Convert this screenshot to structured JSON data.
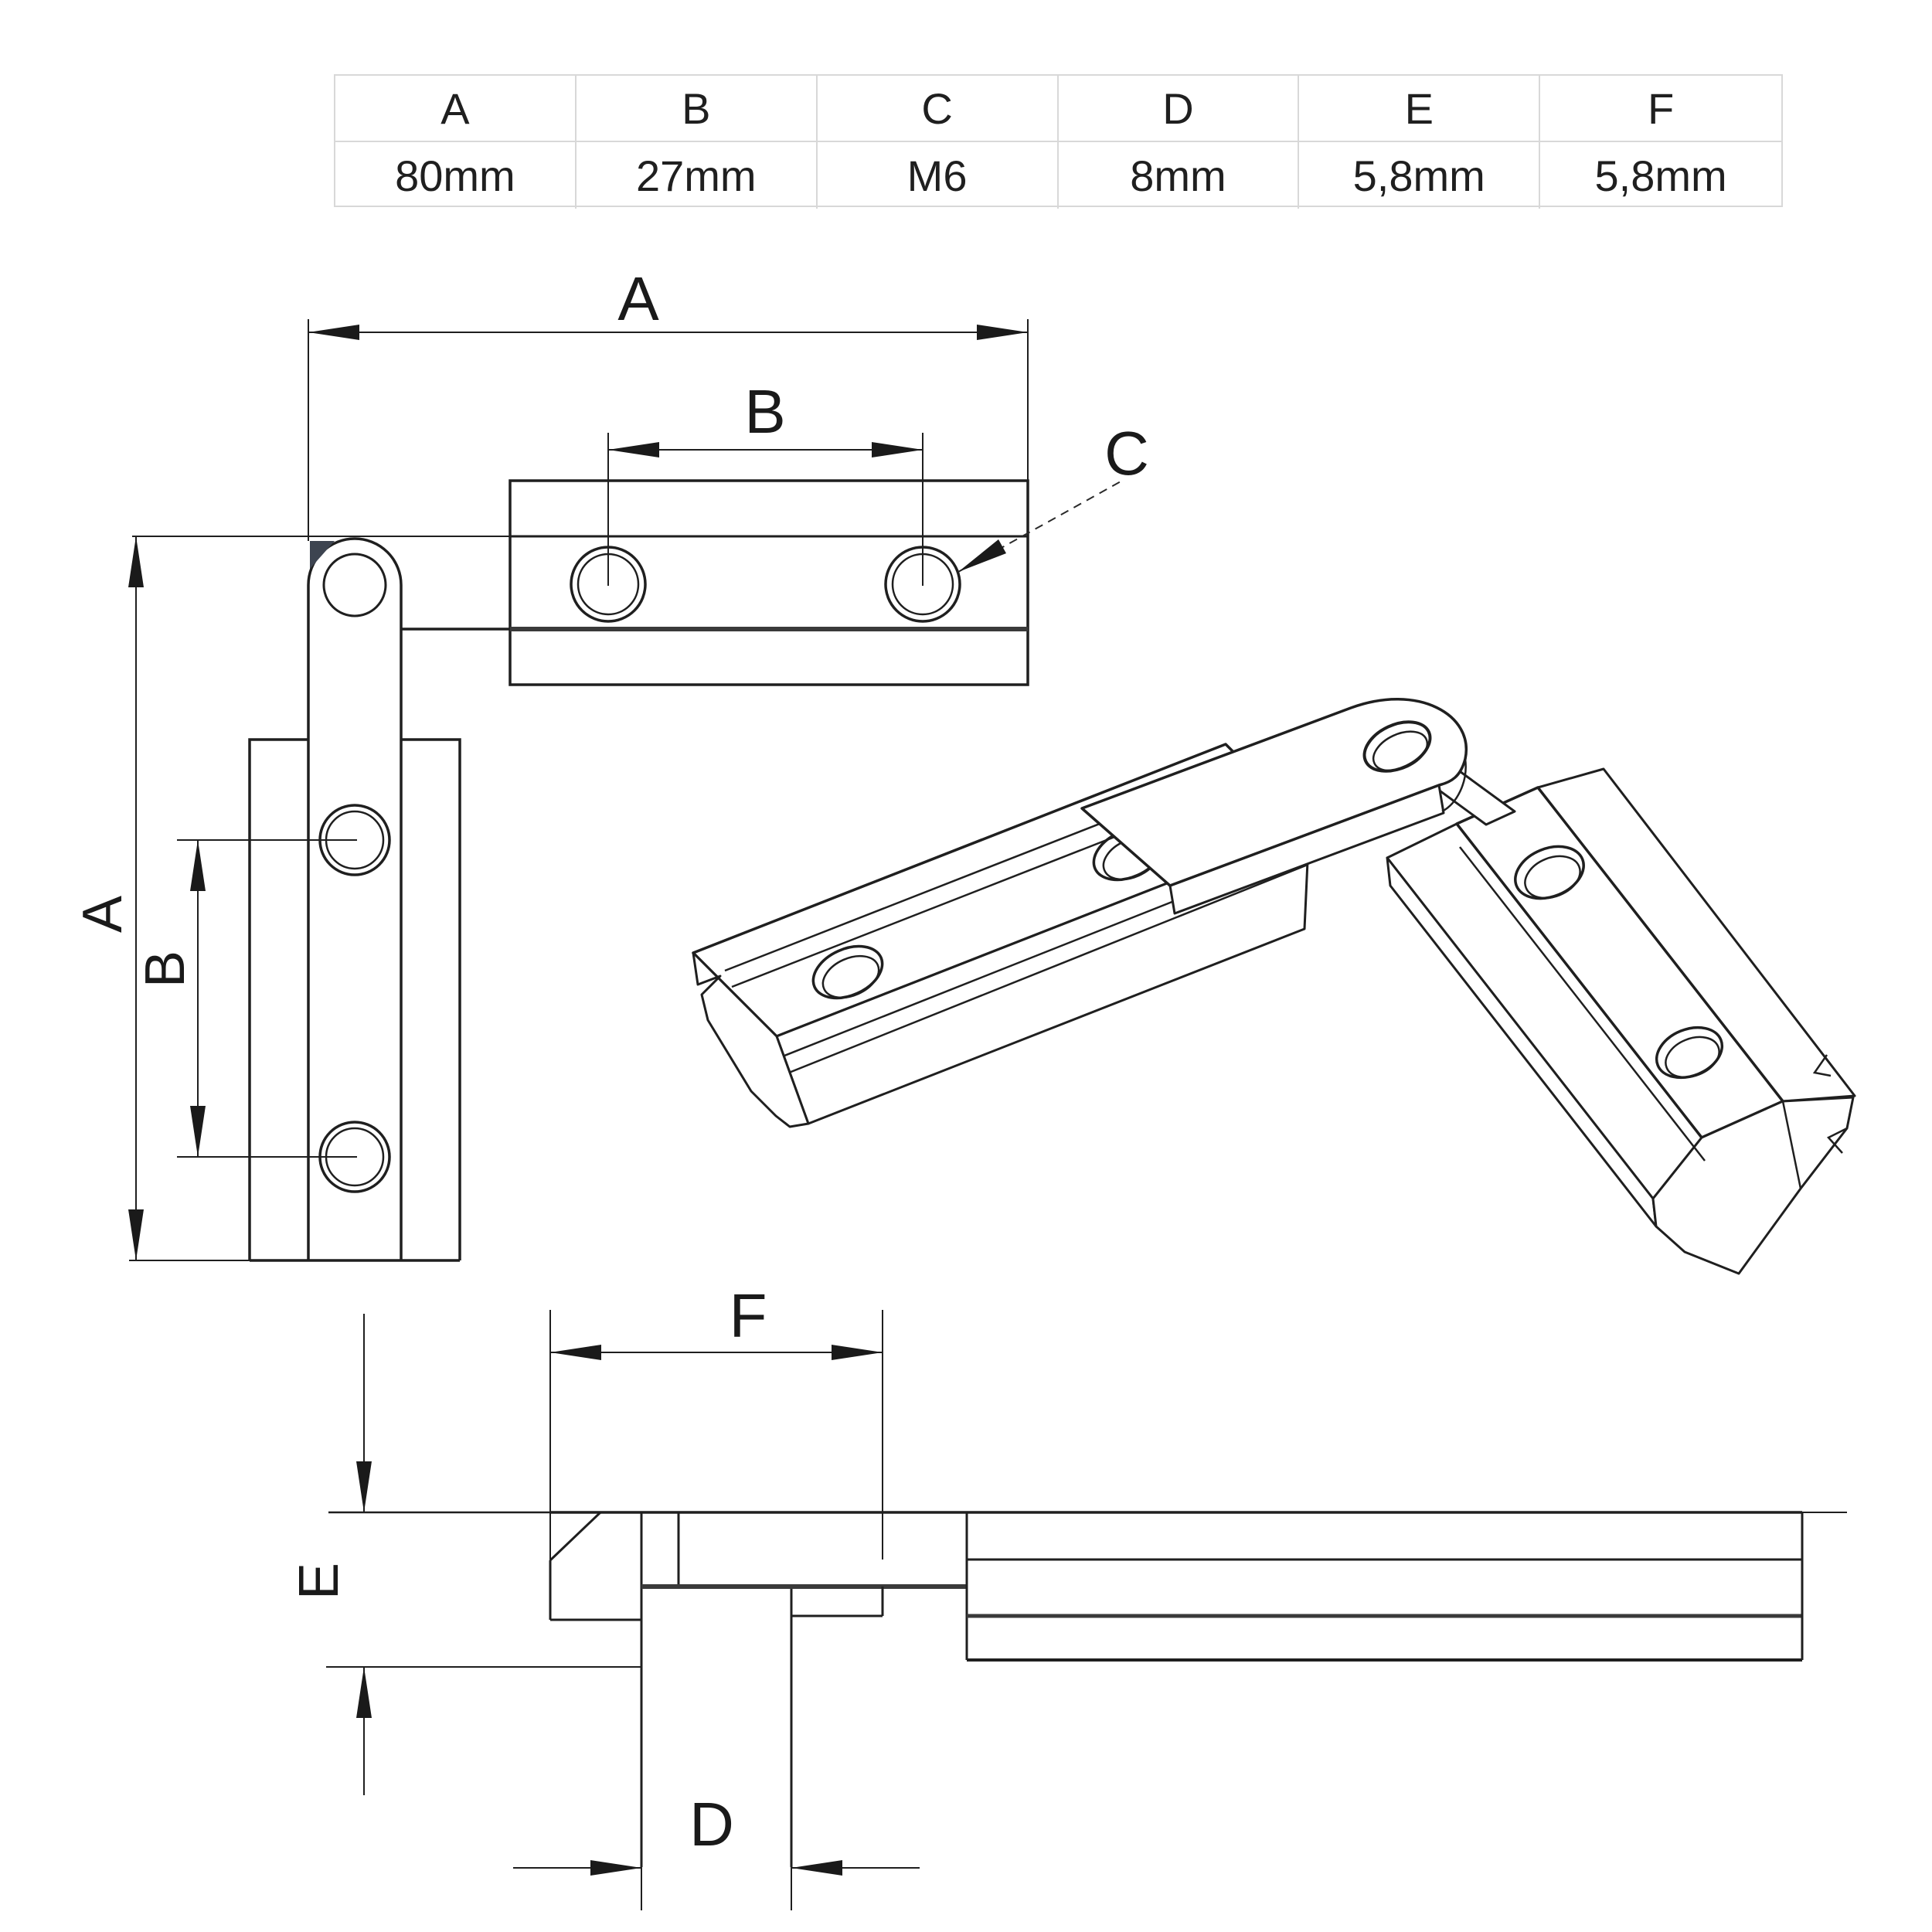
{
  "table": {
    "headers": [
      "A",
      "B",
      "C",
      "D",
      "E",
      "F"
    ],
    "values": [
      "80mm",
      "27mm",
      "M6",
      "8mm",
      "5,8mm",
      "5,8mm"
    ]
  },
  "labels": {
    "a_top": "A",
    "b_top": "B",
    "c_callout": "C",
    "a_side": "A",
    "b_side": "B",
    "f_section": "F",
    "e_section": "E",
    "d_section": "D"
  },
  "colors": {
    "line": "#1f1f1f",
    "heavy_line": "#3a3a3a",
    "table_border": "#d8d8d8",
    "text": "#1f1f1f",
    "chamfer_shade": "#3d4450",
    "background": "#ffffff"
  }
}
